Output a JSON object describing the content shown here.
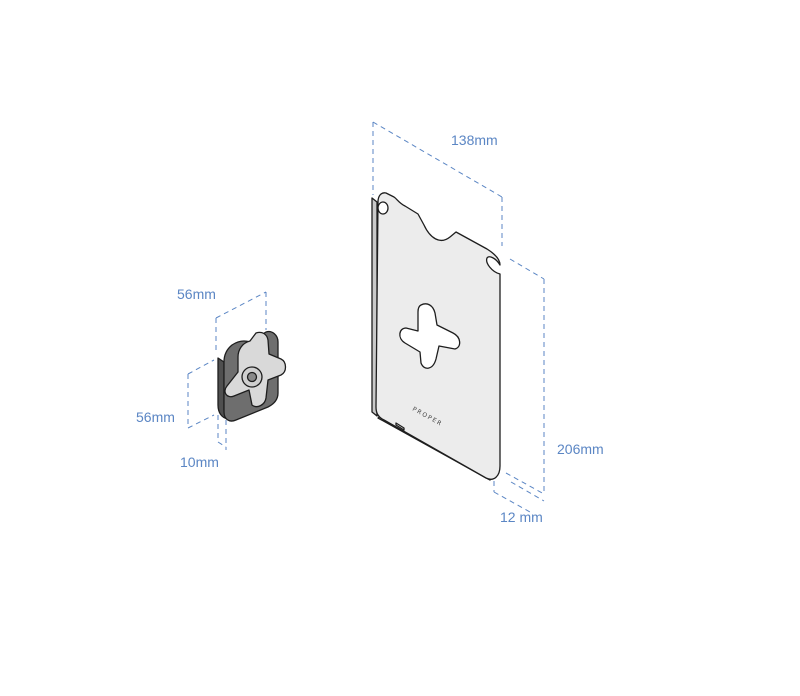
{
  "colors": {
    "dimension": "#5b86c4",
    "case_fill": "#ececec",
    "pad_dark": "#6e6e6e",
    "pad_light": "#d9d9d9",
    "outline": "#1e1e1e"
  },
  "plate": {
    "brand": "PROPER",
    "dimensions": {
      "width": "138mm",
      "height": "206mm",
      "depth": "12 mm"
    }
  },
  "adapter": {
    "dimensions": {
      "width": "56mm",
      "height": "56mm",
      "depth": "10mm"
    }
  }
}
